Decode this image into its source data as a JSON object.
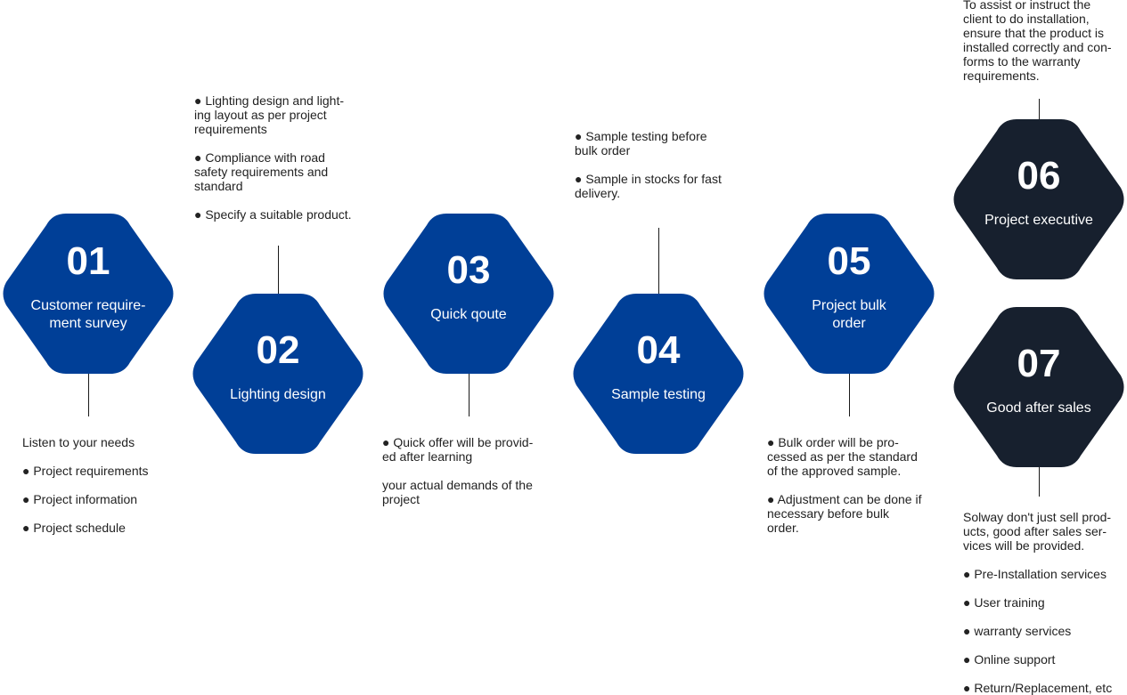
{
  "colors": {
    "blue": "#003f97",
    "dark": "#17202e",
    "text": "#222222"
  },
  "steps": [
    {
      "num": "01",
      "label": "Customer require-\nment survey",
      "desc": [
        "Listen to your needs",
        "● Project requirements",
        "● Project information",
        "● Project schedule"
      ]
    },
    {
      "num": "02",
      "label": "Lighting design",
      "desc": [
        "● Lighting design and light-\ning layout as per project\nrequirements",
        "● Compliance with road\nsafety requirements and\nstandard",
        "● Specify a suitable product."
      ]
    },
    {
      "num": "03",
      "label": "Quick qoute",
      "desc": [
        "● Quick offer will be provid-\ned after learning",
        "your actual demands of the\nproject"
      ]
    },
    {
      "num": "04",
      "label": "Sample testing",
      "desc": [
        "● Sample testing before\nbulk order",
        "● Sample in stocks for fast\ndelivery."
      ]
    },
    {
      "num": "05",
      "label": "Project bulk\norder",
      "desc": [
        "● Bulk order will be pro-\ncessed as per the standard\nof the approved sample.",
        "● Adjustment can be done if\nnecessary before bulk\norder."
      ]
    },
    {
      "num": "06",
      "label": "Project executive",
      "desc": [
        "To assist or instruct the\nclient to do installation,\nensure that the product is\ninstalled correctly and con-\nforms to the warranty\nrequirements."
      ]
    },
    {
      "num": "07",
      "label": "Good after sales",
      "desc": [
        "Solway don't just sell prod-\nucts, good after sales ser-\nvices will be provided.",
        "● Pre-Installation services",
        "● User training",
        "● warranty services",
        "● Online support",
        "● Return/Replacement, etc"
      ]
    }
  ]
}
